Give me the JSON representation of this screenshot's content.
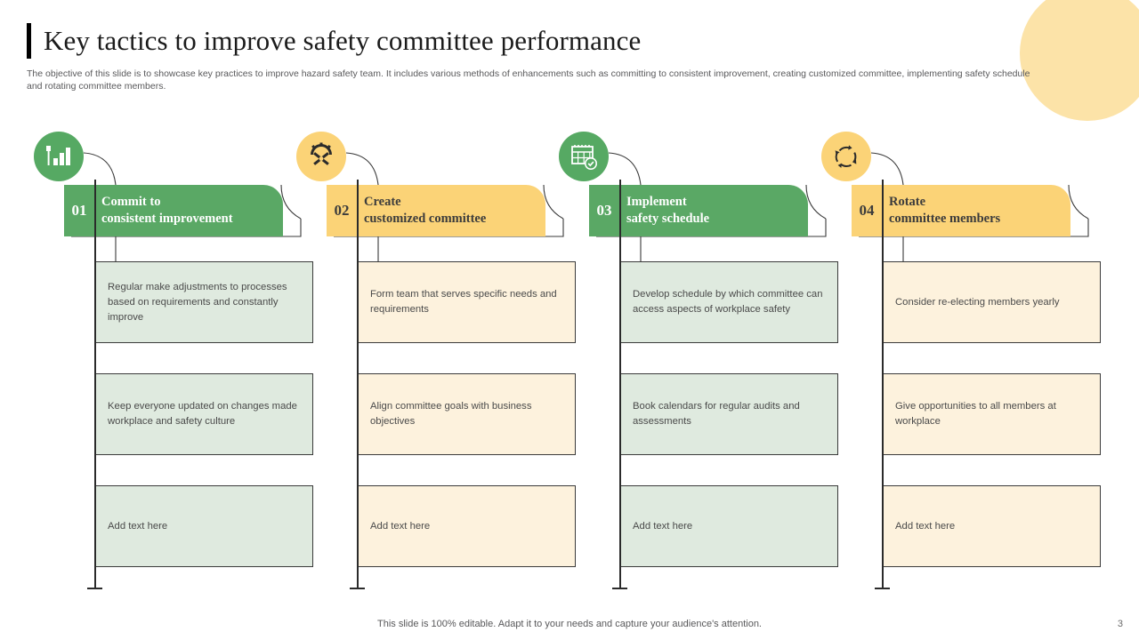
{
  "slide": {
    "title": "Key tactics to improve safety committee performance",
    "subtitle": "The objective of this slide is to showcase key practices to improve hazard safety team. It includes various methods of enhancements such as committing to consistent improvement, creating customized committee, implementing safety schedule and rotating committee members.",
    "footer_note": "This slide is 100% editable. Adapt it to your needs and capture your audience's attention.",
    "page_number": "3"
  },
  "colors": {
    "green": "#5aa865",
    "yellow": "#fbd377",
    "green_fill": "#dfeadf",
    "yellow_fill": "#fdf2dd",
    "deco_circle": "#fce3a8",
    "line": "#2b2b2b"
  },
  "columns": [
    {
      "number": "01",
      "heading_line1": "Commit to",
      "heading_line2": "consistent improvement",
      "theme": "green",
      "icon": "bar-chart-growth-icon",
      "items": [
        "Regular make adjustments to processes based on requirements and constantly improve",
        "Keep everyone updated on changes made workplace and safety culture",
        "Add text here"
      ]
    },
    {
      "number": "02",
      "heading_line1": "Create",
      "heading_line2": "customized committee",
      "theme": "yellow",
      "icon": "gear-tools-icon",
      "items": [
        "Form team that serves specific needs and requirements",
        "Align committee goals with business objectives",
        "Add text here"
      ]
    },
    {
      "number": "03",
      "heading_line1": "Implement",
      "heading_line2": "safety schedule",
      "theme": "green",
      "icon": "calendar-check-icon",
      "items": [
        "Develop schedule by which committee can access aspects of workplace safety",
        "Book calendars for regular audits and assessments",
        "Add text here"
      ]
    },
    {
      "number": "04",
      "heading_line1": "Rotate",
      "heading_line2": "committee members",
      "theme": "yellow",
      "icon": "rotate-arrows-icon",
      "items": [
        "Consider re-electing members yearly",
        "Give opportunities to all members at workplace",
        "Add text here"
      ]
    }
  ]
}
